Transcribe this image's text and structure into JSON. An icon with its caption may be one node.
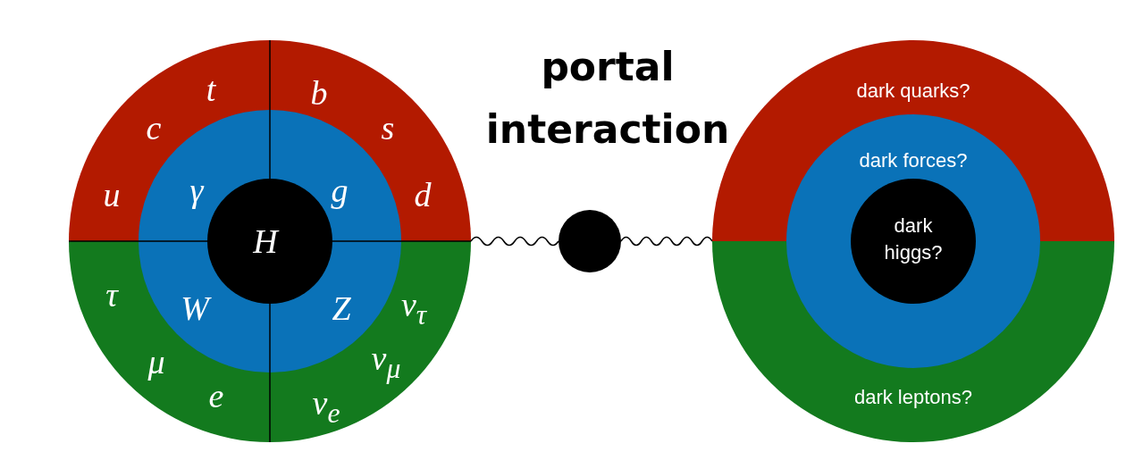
{
  "diagram": {
    "nodes": [
      {
        "text": [
          "u",
          "c",
          "t",
          "b",
          "s",
          "d",
          "τ",
          "μ",
          "e",
          "ν$_{τ}$",
          "ν$_{μ}$",
          "ν$_{e}$"
        ]
      },
      {
        "text": [
          "γ",
          "g",
          "W",
          "Z"
        ],
        "in": 0
      },
      {
        "text": [
          "H"
        ],
        "in": 1
      },
      {
        "text": [],
        "shape": "circle"
      },
      {
        "text": [
          "dark quarks?"
        ]
      },
      {
        "text": [
          "dark leptons?"
        ]
      },
      {
        "text": [
          "dark forces?"
        ]
      },
      {
        "text": [
          "dark higgs?"
        ],
        "in": 6
      }
    ],
    "edges": [
      {
        "from": 0,
        "to": 3,
        "arrow": "none"
      },
      {
        "from": 3,
        "to": 4,
        "arrow": "none"
      }
    ],
    "labels": [
      "portal interaction"
    ]
  }
}
